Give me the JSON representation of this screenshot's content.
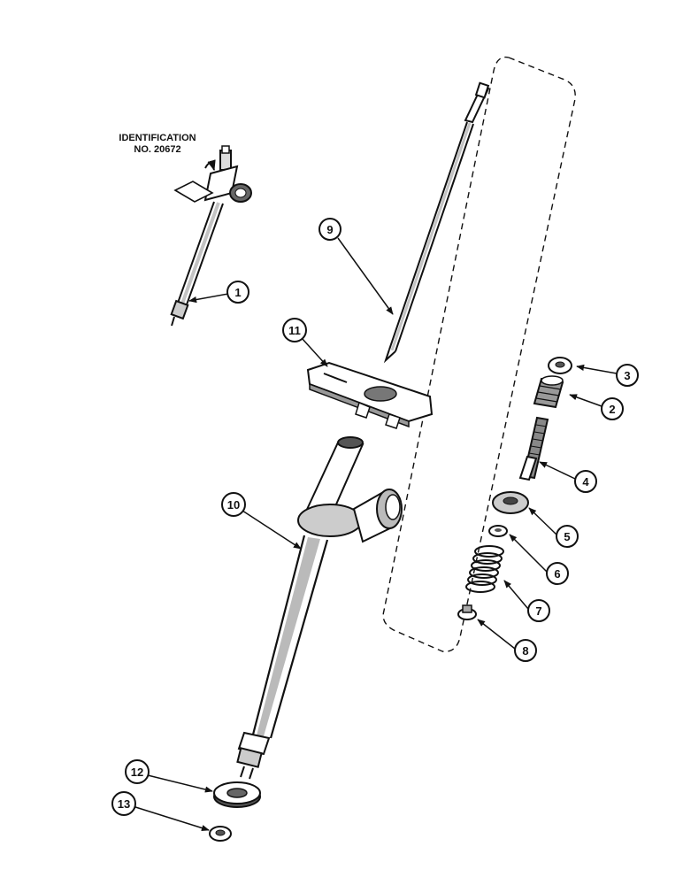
{
  "identification": {
    "line1": "IDENTIFICATION",
    "line2": "NO. 20672"
  },
  "callouts": [
    {
      "id": "1",
      "label": "1"
    },
    {
      "id": "2",
      "label": "2"
    },
    {
      "id": "3",
      "label": "3"
    },
    {
      "id": "4",
      "label": "4"
    },
    {
      "id": "5",
      "label": "5"
    },
    {
      "id": "6",
      "label": "6"
    },
    {
      "id": "7",
      "label": "7"
    },
    {
      "id": "8",
      "label": "8"
    },
    {
      "id": "9",
      "label": "9"
    },
    {
      "id": "10",
      "label": "10"
    },
    {
      "id": "11",
      "label": "11"
    },
    {
      "id": "12",
      "label": "12"
    },
    {
      "id": "13",
      "label": "13"
    }
  ],
  "colors": {
    "ink": "#111111",
    "background": "#ffffff"
  }
}
